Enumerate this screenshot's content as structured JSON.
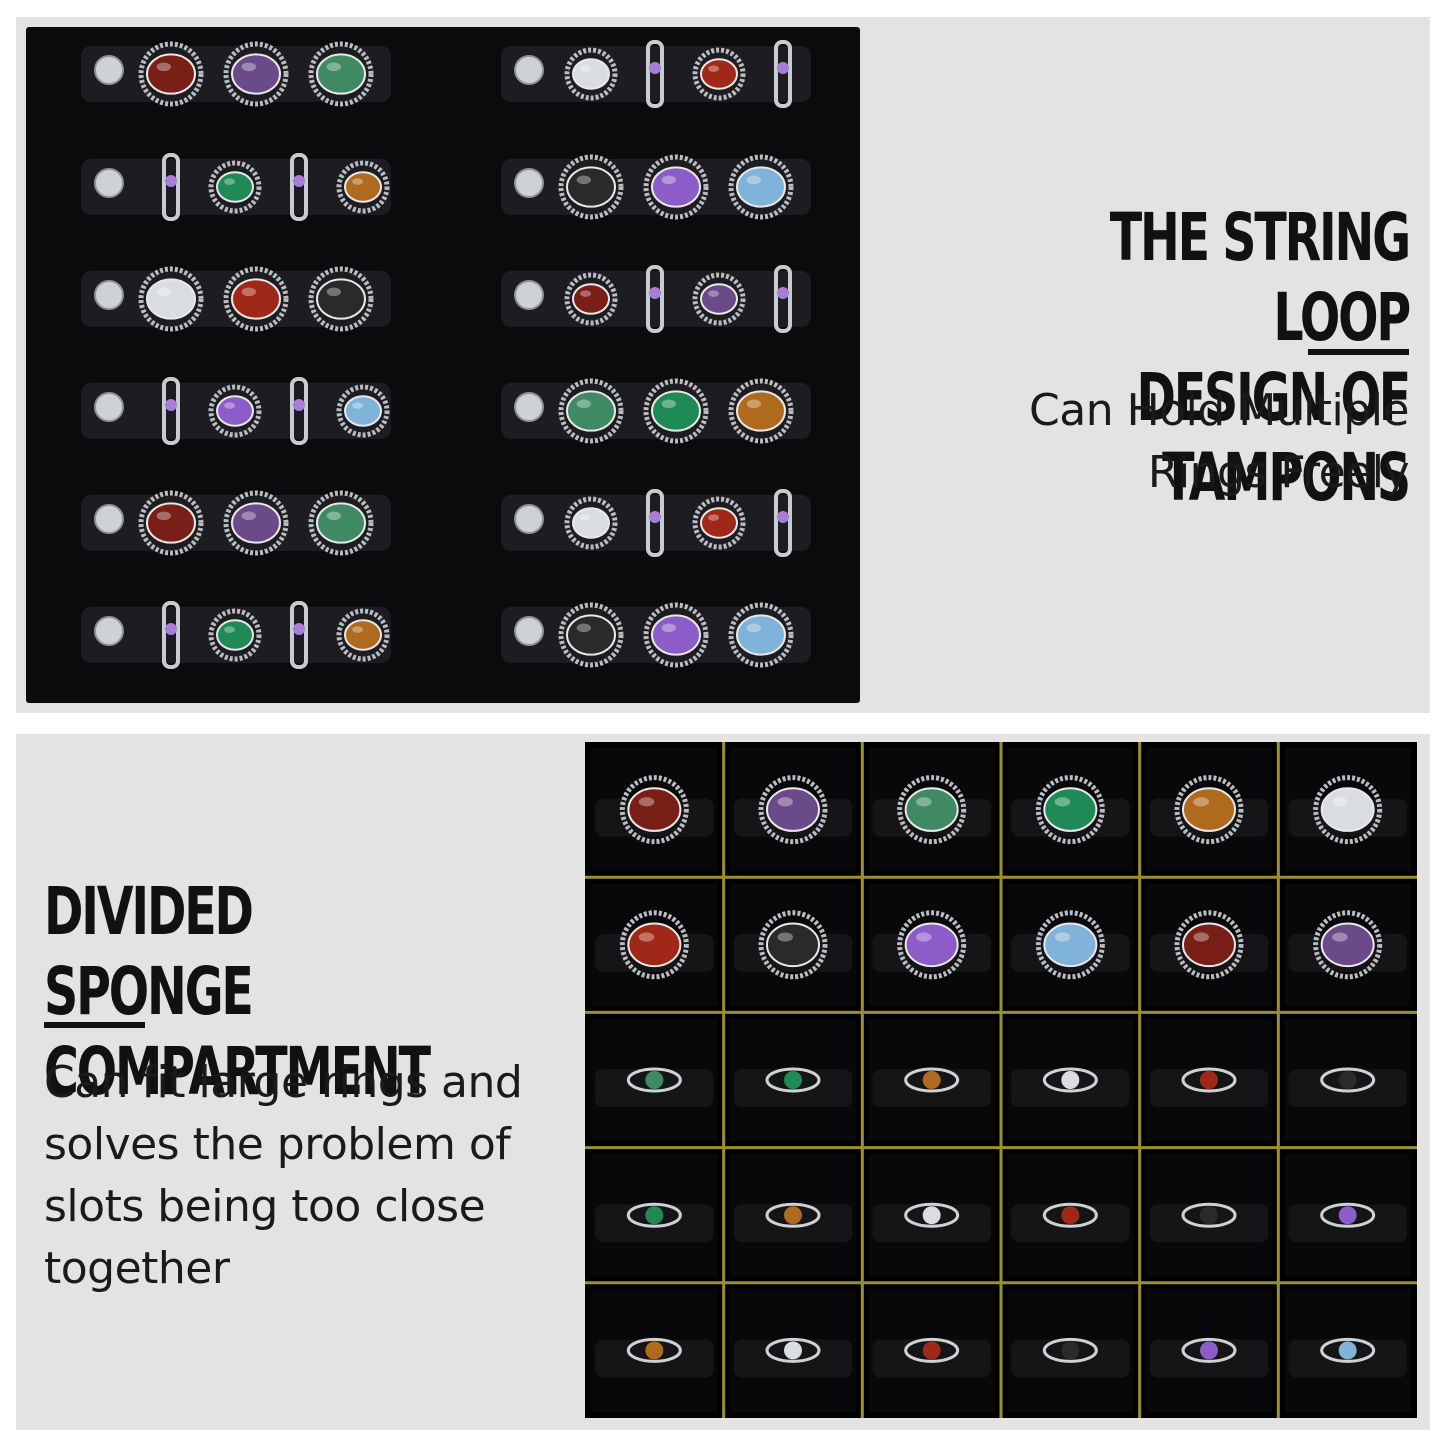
{
  "top_panel": {
    "heading_lines": [
      "THE STRING LOOP",
      "DESIGN OF TAMPONS"
    ],
    "text_lines": [
      "Can Hold Multiple",
      "Rings Freely"
    ]
  },
  "bottom_panel": {
    "heading_lines": [
      "DIVIDED SPONGE",
      "COMPARTMENT"
    ],
    "text_lines": [
      "Can fit large rings and",
      "solves the problem of",
      "slots being too close",
      "together"
    ]
  },
  "colors": {
    "panel_background": "#e3e3e3",
    "velvet": "#0b0b0d",
    "divider_gold": "#9a8f34",
    "heading": "#111111"
  }
}
